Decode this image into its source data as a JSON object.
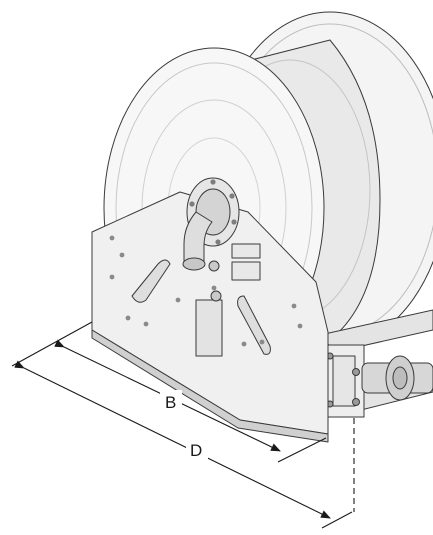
{
  "figure": {
    "subject": "hose-reel",
    "line_color": "#3a3a3a",
    "body_color": "#f2f2f2",
    "shade_color": "#d9d9d9",
    "dimensions": [
      {
        "id": "b",
        "label": "B"
      },
      {
        "id": "d",
        "label": "D"
      }
    ]
  }
}
